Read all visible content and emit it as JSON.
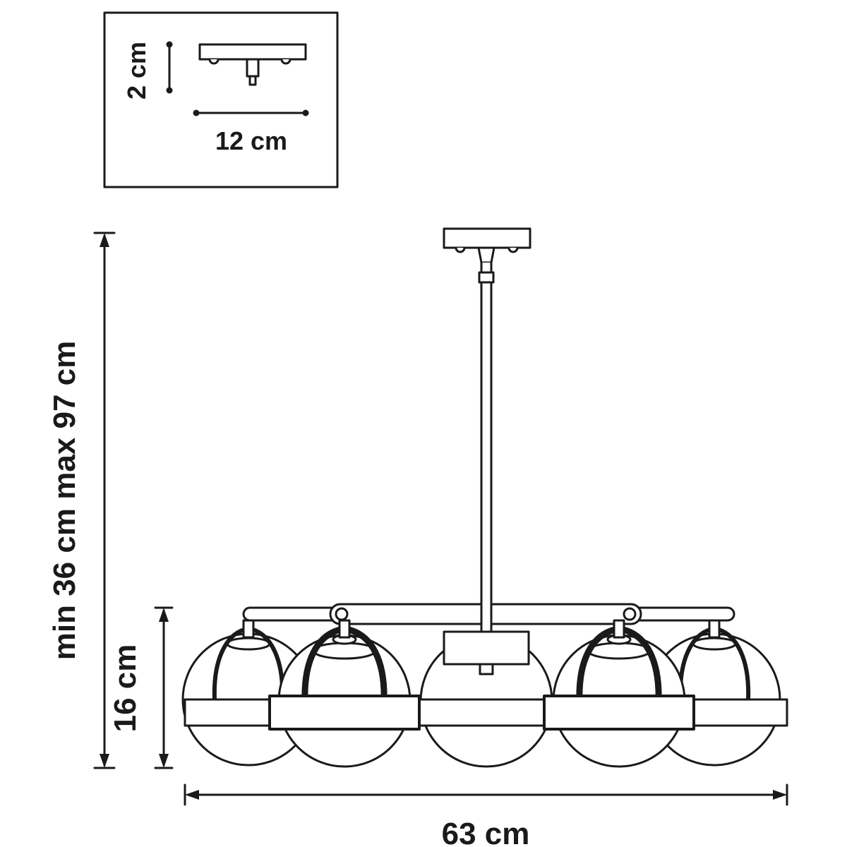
{
  "colors": {
    "line": "#1a1a1a",
    "background": "#ffffff"
  },
  "inset": {
    "height_label": "2 cm",
    "width_label": "12 cm"
  },
  "main": {
    "overall_height_label": "min 36 cm max 97 cm",
    "fixture_height_label": "16 cm",
    "width_label": "63 cm"
  }
}
